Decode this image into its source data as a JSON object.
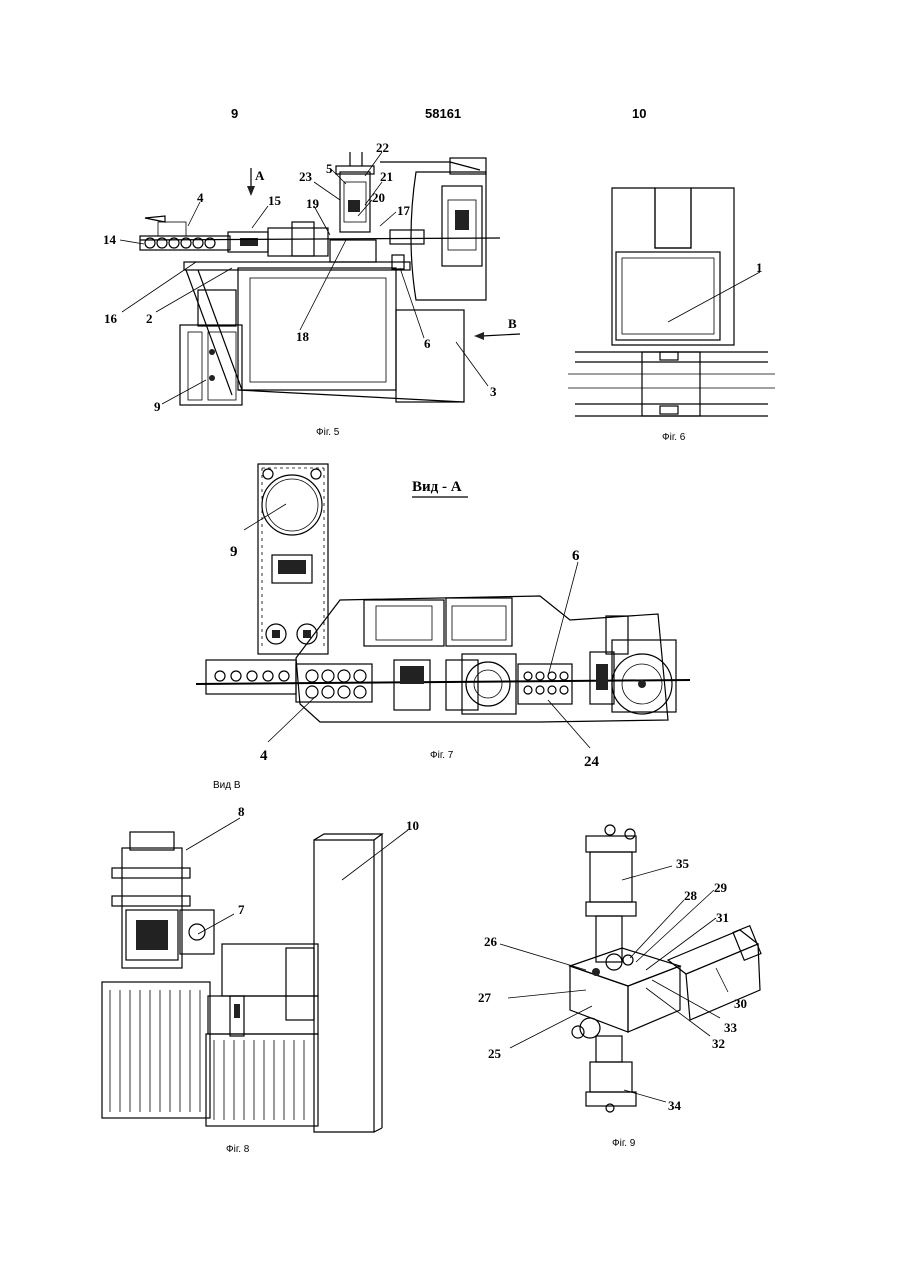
{
  "header": {
    "left": "9",
    "center": "58161",
    "right": "10"
  },
  "fig5": {
    "caption": "Фіг. 5",
    "arrow_a": "A",
    "arrow_b": "B",
    "labels": [
      "22",
      "5",
      "23",
      "21",
      "20",
      "17",
      "19",
      "15",
      "4",
      "14",
      "16",
      "2",
      "18",
      "6",
      "3",
      "9"
    ]
  },
  "fig6": {
    "caption": "Фіг. 6",
    "labels": [
      "1"
    ]
  },
  "fig7": {
    "title": "Вид - А",
    "caption": "Фіг. 7",
    "labels": [
      "9",
      "6",
      "4",
      "24"
    ]
  },
  "fig8": {
    "view_title": "Вид  B",
    "caption": "Фіг. 8",
    "labels": [
      "8",
      "10",
      "7"
    ]
  },
  "fig9": {
    "caption": "Фіг. 9",
    "labels": [
      "35",
      "28",
      "29",
      "31",
      "26",
      "30",
      "27",
      "33",
      "25",
      "32",
      "34"
    ]
  }
}
